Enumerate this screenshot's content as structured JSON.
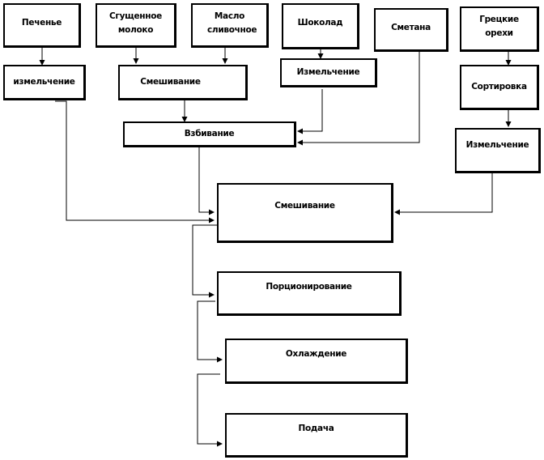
{
  "ingredients": {
    "cookies": "Печенье",
    "condensed_milk": "Сгущенное молоко",
    "butter": "Масло сливочное",
    "chocolate": "Шоколад",
    "sour_cream": "Сметана",
    "walnuts": "Грецкие орехи"
  },
  "steps": {
    "grinding_cookies": "измельчение",
    "mixing_1": "Смешивание",
    "grinding_chocolate": "Измельчение",
    "sorting": "Сортировка",
    "whipping": "Взбивание",
    "grinding_nuts": "Измельчение",
    "mixing_2": "Смешивание",
    "portioning": "Порционирование",
    "cooling": "Охлаждение",
    "serving": "Подача"
  }
}
